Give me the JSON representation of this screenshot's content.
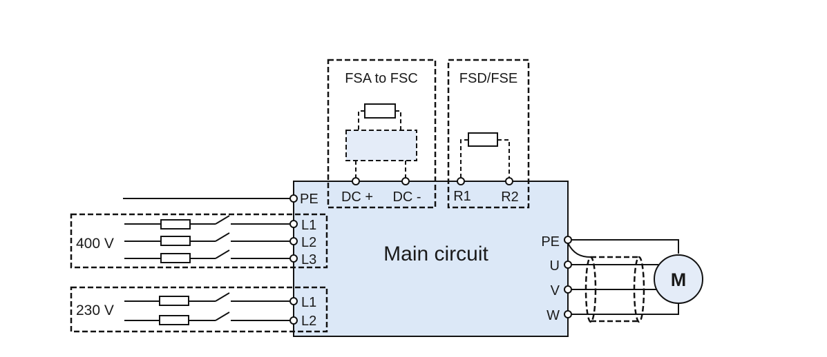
{
  "diagram": {
    "main_label": "Main circuit",
    "supply_400": {
      "label": "400 V",
      "terminals": [
        "L1",
        "L2",
        "L3"
      ]
    },
    "supply_230": {
      "label": "230 V",
      "terminals": [
        "L1",
        "L2"
      ]
    },
    "pe_input_label": "PE",
    "dc_group": {
      "title": "FSA to FSC",
      "terminals": [
        "DC +",
        "DC -"
      ]
    },
    "r_group": {
      "title": "FSD/FSE",
      "terminals": [
        "R1",
        "R2"
      ]
    },
    "output_terminals": [
      "PE",
      "U",
      "V",
      "W"
    ],
    "motor_label": "M",
    "colors": {
      "main_fill": "#dce8f7",
      "braking_module_fill": "#e4ecf8",
      "line": "#111111"
    }
  }
}
